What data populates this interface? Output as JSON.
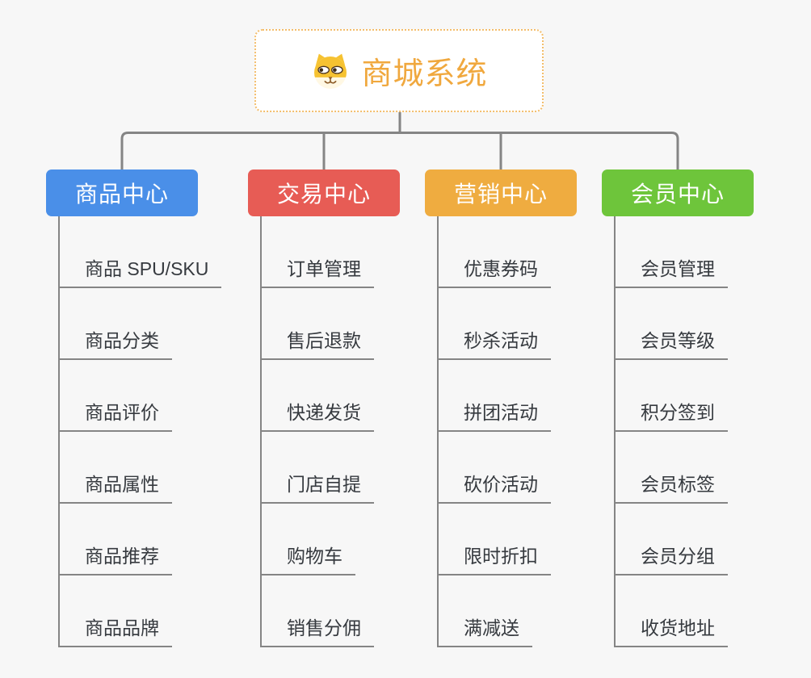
{
  "root": {
    "title": "商城系统",
    "icon": "dog-face-icon"
  },
  "branches": [
    {
      "label": "商品中心",
      "color": "#4a8fe8",
      "items": [
        "商品 SPU/SKU",
        "商品分类",
        "商品评价",
        "商品属性",
        "商品推荐",
        "商品品牌"
      ]
    },
    {
      "label": "交易中心",
      "color": "#e75c55",
      "items": [
        "订单管理",
        "售后退款",
        "快递发货",
        "门店自提",
        "购物车",
        "销售分佣"
      ]
    },
    {
      "label": "营销中心",
      "color": "#efac40",
      "items": [
        "优惠券码",
        "秒杀活动",
        "拼团活动",
        "砍价活动",
        "限时折扣",
        "满减送"
      ]
    },
    {
      "label": "会员中心",
      "color": "#6ec53b",
      "items": [
        "会员管理",
        "会员等级",
        "积分签到",
        "会员标签",
        "会员分组",
        "收货地址"
      ]
    }
  ],
  "colors": {
    "canvas-bg": "#f7f7f7",
    "line": "#858585",
    "root-border": "#f3bd6b",
    "root-text": "#f0a83e",
    "leaf-text": "#363a3f",
    "header-text": "#ffffff"
  }
}
